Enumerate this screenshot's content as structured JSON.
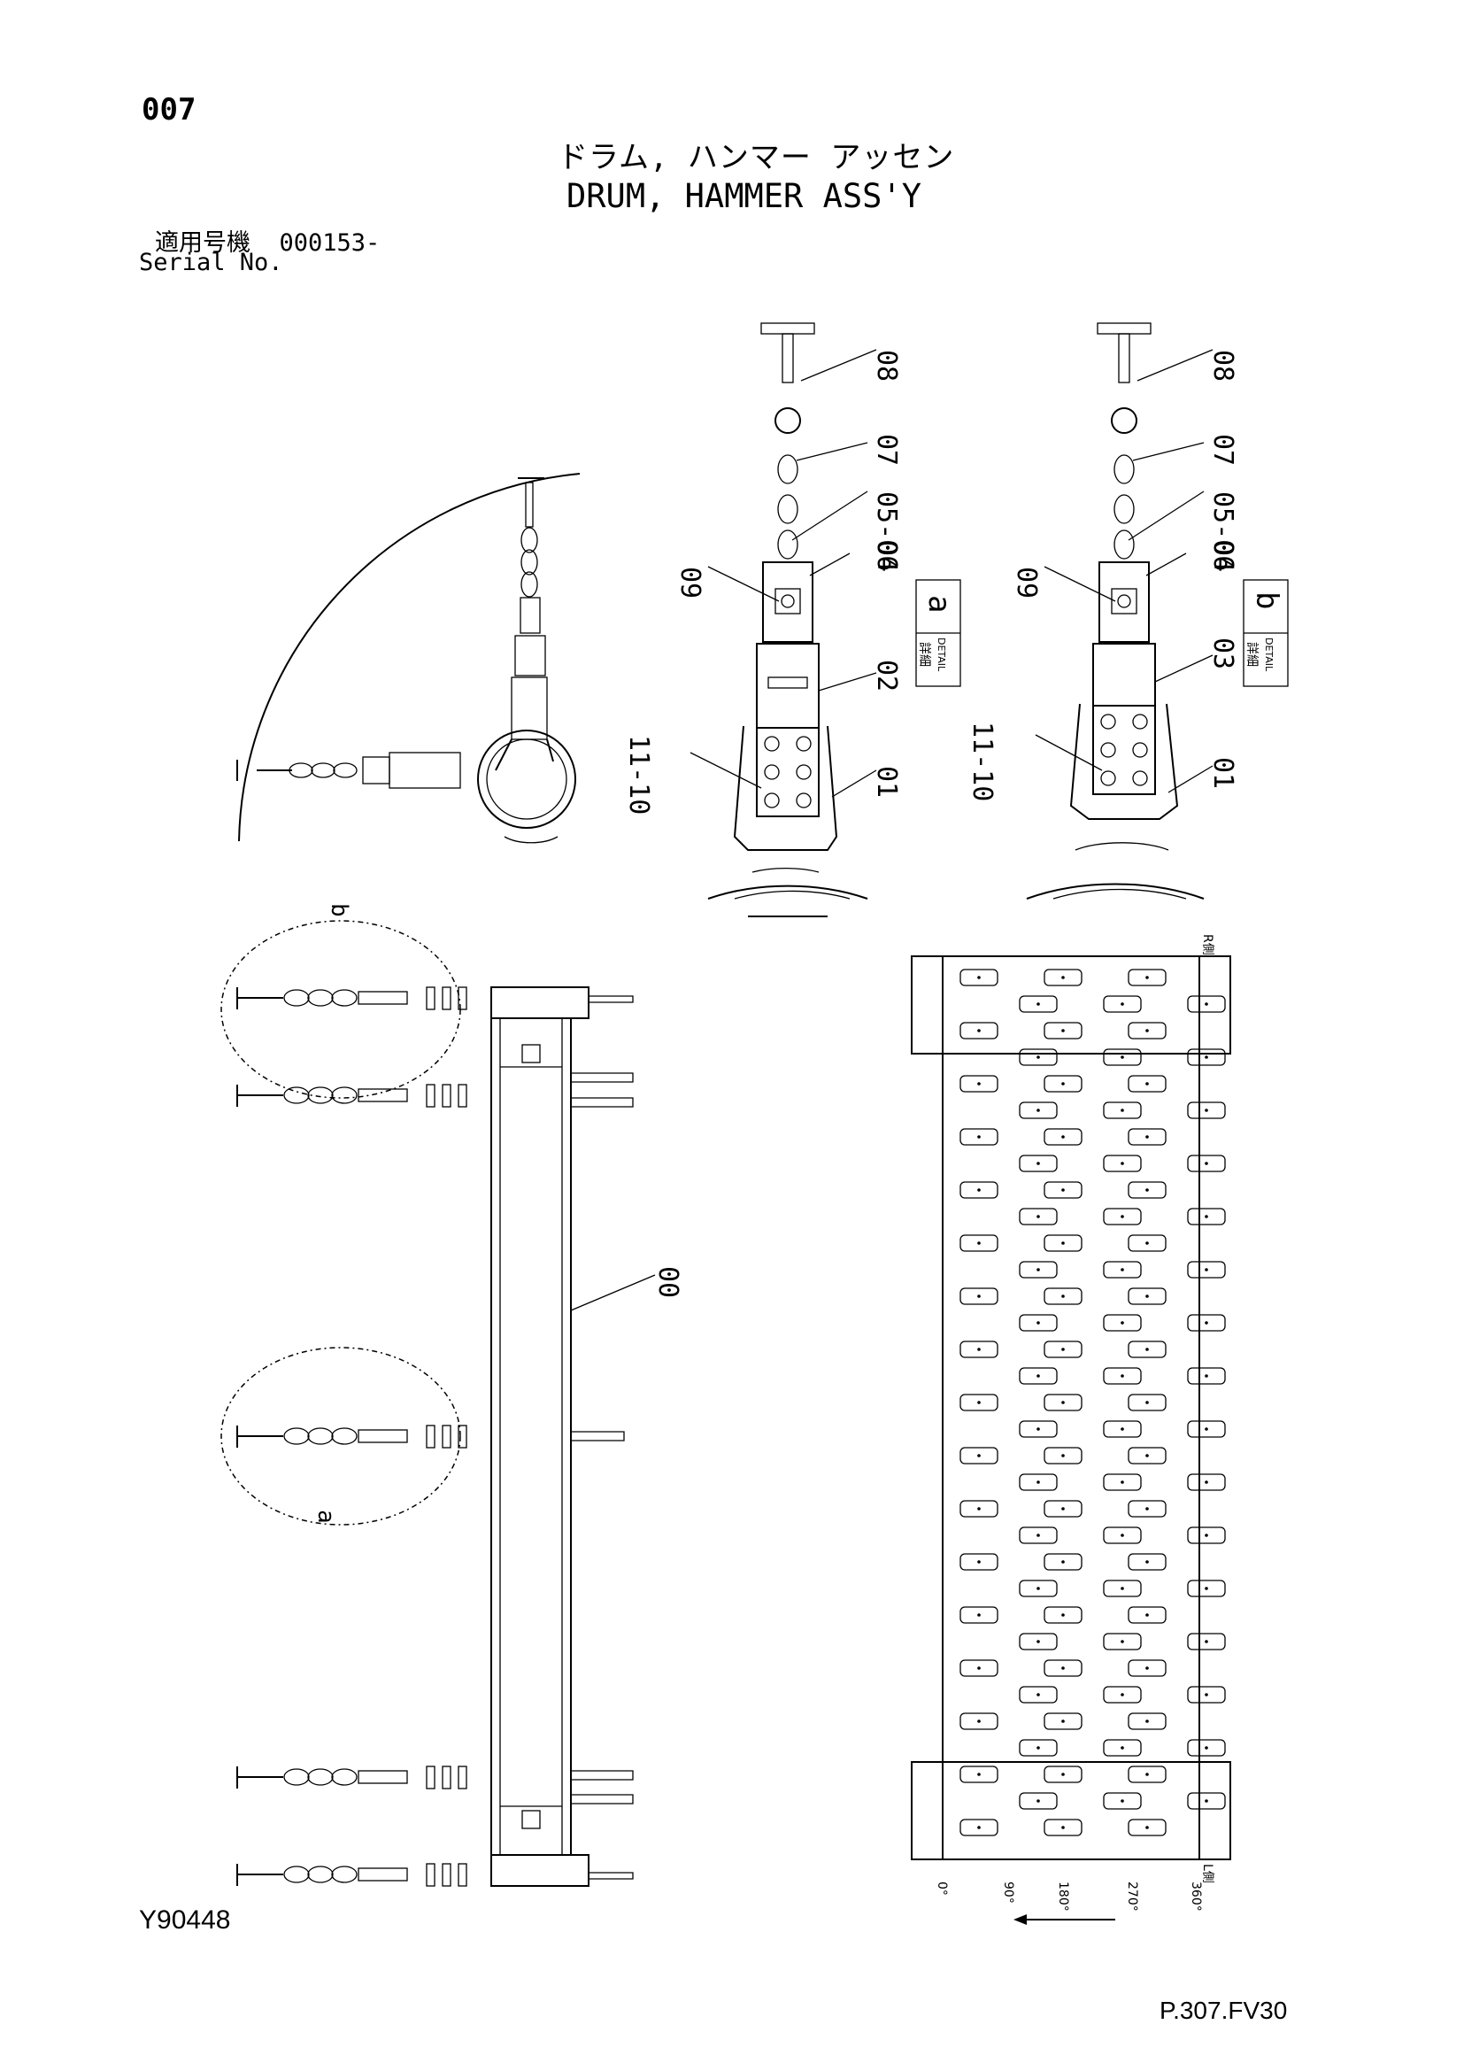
{
  "header": {
    "page_number": "007",
    "title_jp": "ドラム, ハンマー アッセン",
    "title_en": "DRUM, HAMMER ASS'Y",
    "serial_label_jp": "適用号機",
    "serial_value": "000153-",
    "serial_label_en": "Serial No."
  },
  "detail_a": {
    "callouts": [
      "08",
      "07",
      "05-06",
      "04",
      "09",
      "02",
      "11-10",
      "01"
    ],
    "badge_letter": "a",
    "badge_jp": "詳細",
    "badge_en": "DETAIL"
  },
  "detail_b": {
    "callouts": [
      "08",
      "07",
      "05-06",
      "04",
      "09",
      "03",
      "11-10",
      "01"
    ],
    "badge_letter": "b",
    "badge_jp": "詳細",
    "badge_en": "DETAIL"
  },
  "assembly": {
    "main_callout": "00",
    "circle_labels": [
      "b",
      "a"
    ]
  },
  "layout_chart": {
    "side_top": "R側",
    "side_bottom": "L側",
    "angles": [
      "0°",
      "90°",
      "180°",
      "270°",
      "360°"
    ]
  },
  "footer": {
    "drawing_code": "Y90448",
    "page_ref": "P.307.FV30"
  }
}
